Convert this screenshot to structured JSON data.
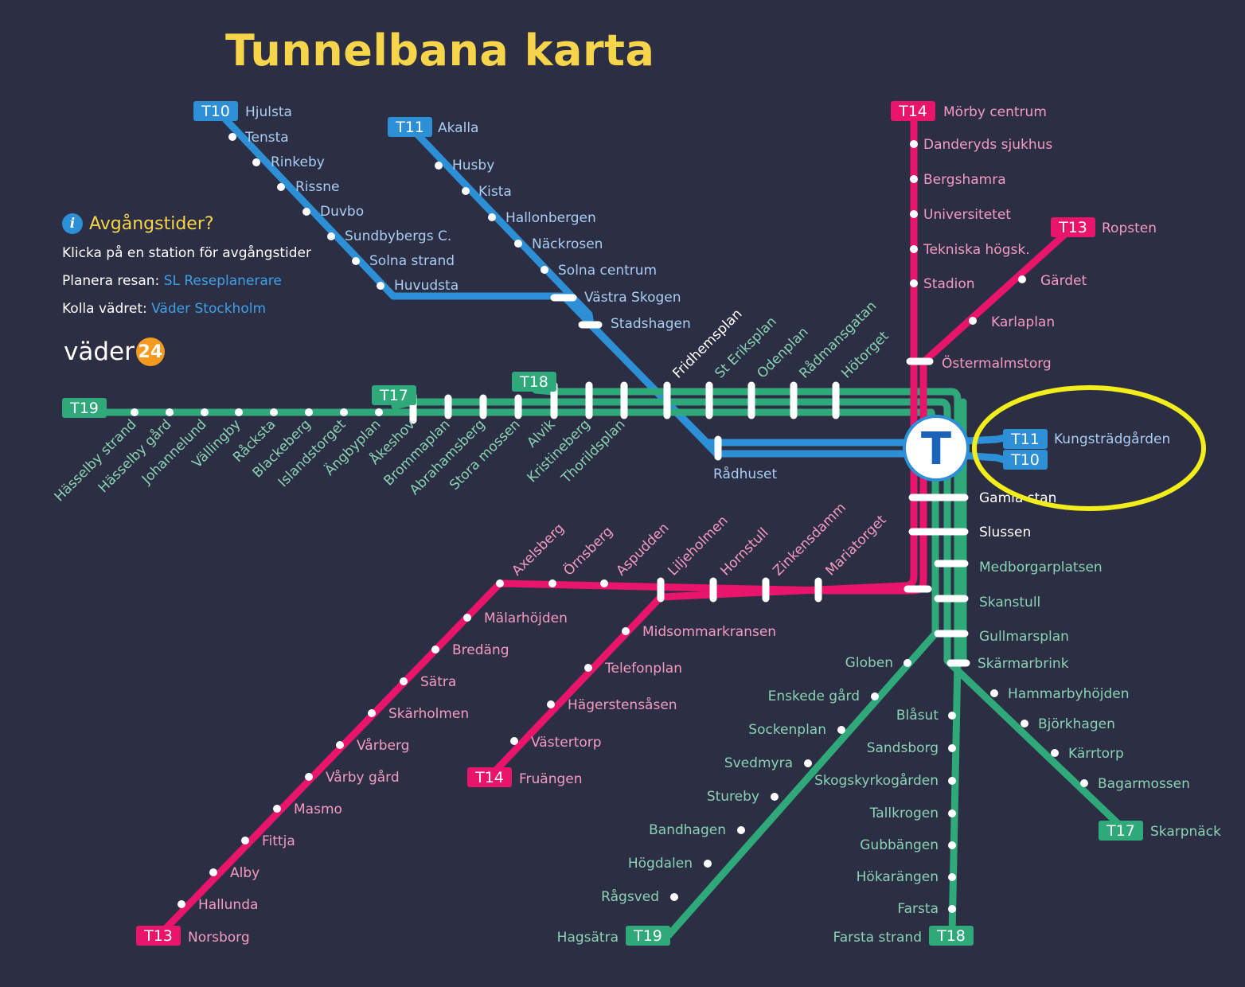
{
  "title": "Tunnelbana karta",
  "info": {
    "heading": "Avgångstider?",
    "line1": "Klicka på en station för avgångstider",
    "plan_prefix": "Planera resan:",
    "plan_link": "SL Reseplanerare",
    "weather_prefix": "Kolla vädret:",
    "weather_link": "Väder Stockholm"
  },
  "logo": {
    "text": "väder",
    "badge": "24"
  },
  "colors": {
    "background": "#2c2e43",
    "blue": "#2d8fd5",
    "green": "#2fa87a",
    "red": "#e8156a",
    "title": "#f7d54b",
    "highlight": "#f2ee1b"
  },
  "center_marker": "T",
  "badges": {
    "t10": "T10",
    "t11": "T11",
    "t13": "T13",
    "t14": "T14",
    "t17": "T17",
    "t18": "T18",
    "t19": "T19"
  },
  "stations": {
    "hjulsta": "Hjulsta",
    "tensta": "Tensta",
    "rinkeby": "Rinkeby",
    "rissne": "Rissne",
    "duvbo": "Duvbo",
    "sundbybergs_c": "Sundbybergs C.",
    "solna_strand": "Solna strand",
    "huvudsta": "Huvudsta",
    "akalla": "Akalla",
    "husby": "Husby",
    "kista": "Kista",
    "hallonbergen": "Hallonbergen",
    "nackrosen": "Näckrosen",
    "solna_centrum": "Solna centrum",
    "vastra_skogen": "Västra Skogen",
    "stadshagen": "Stadshagen",
    "radhuset": "Rådhuset",
    "fridhemsplan": "Fridhemsplan",
    "st_eriksplan": "St Eriksplan",
    "odenplan": "Odenplan",
    "radmansgatan": "Rådmansgatan",
    "hotorget": "Hötorget",
    "morby_centrum": "Mörby centrum",
    "danderyds_sjukhus": "Danderyds sjukhus",
    "bergshamra": "Bergshamra",
    "universitetet": "Universitetet",
    "tekniska_hogsk": "Tekniska högsk.",
    "stadion": "Stadion",
    "ostermalmstorg": "Östermalmstorg",
    "ropsten": "Ropsten",
    "gardet": "Gärdet",
    "karlaplan": "Karlaplan",
    "kungstradgarden": "Kungsträdgården",
    "hasselby_strand": "Hässelby strand",
    "hasselby_gard": "Hässelby gård",
    "johannelund": "Johannelund",
    "vallingby": "Vällingby",
    "racksta": "Råcksta",
    "blackeberg": "Blackeberg",
    "islandstorget": "Islandstorget",
    "angbyplan": "Ängbyplan",
    "akeshov": "Åkeshov",
    "brommaplan": "Brommaplan",
    "abrahamsberg": "Abrahamsberg",
    "stora_mossen": "Stora mossen",
    "alvik": "Alvik",
    "kristineberg": "Kristineberg",
    "thorildsplan": "Thorildsplan",
    "gamla_stan": "Gamla stan",
    "slussen": "Slussen",
    "medborgarplatsen": "Medborgarplatsen",
    "skanstull": "Skanstull",
    "gullmarsplan": "Gullmarsplan",
    "skarmarbrink": "Skärmarbrink",
    "globen": "Globen",
    "enskede_gard": "Enskede gård",
    "sockenplan": "Sockenplan",
    "svedmyra": "Svedmyra",
    "stureby": "Stureby",
    "bandhagen": "Bandhagen",
    "hogdalen": "Högdalen",
    "ragsved": "Rågsved",
    "hagsatra": "Hagsätra",
    "blasut": "Blåsut",
    "sandsborg": "Sandsborg",
    "skogskyrkogarden": "Skogskyrkogården",
    "tallkrogen": "Tallkrogen",
    "gubbangen": "Gubbängen",
    "hokarangen": "Hökarängen",
    "farsta": "Farsta",
    "farsta_strand": "Farsta strand",
    "hammarbyhojden": "Hammarbyhöjden",
    "bjorkhagen": "Björkhagen",
    "karrtorp": "Kärrtorp",
    "bagarmossen": "Bagarmossen",
    "skarpnack": "Skarpnäck",
    "axelsberg": "Axelsberg",
    "ornsberg": "Örnsberg",
    "aspudden": "Aspudden",
    "liljeholmen": "Liljeholmen",
    "hornstull": "Hornstull",
    "zinkensdamm": "Zinkensdamm",
    "mariatorget": "Mariatorget",
    "malarhojden": "Mälarhöjden",
    "bredang": "Bredäng",
    "satra": "Sätra",
    "skarholmen": "Skärholmen",
    "varberg": "Vårberg",
    "varby_gard": "Vårby gård",
    "masmo": "Masmo",
    "fittja": "Fittja",
    "alby": "Alby",
    "hallunda": "Hallunda",
    "norsborg": "Norsborg",
    "midsommarkransen": "Midsommarkransen",
    "telefonplan": "Telefonplan",
    "hagerstensasen": "Hägerstensåsen",
    "vastertorp": "Västertorp",
    "fruangen": "Fruängen"
  }
}
